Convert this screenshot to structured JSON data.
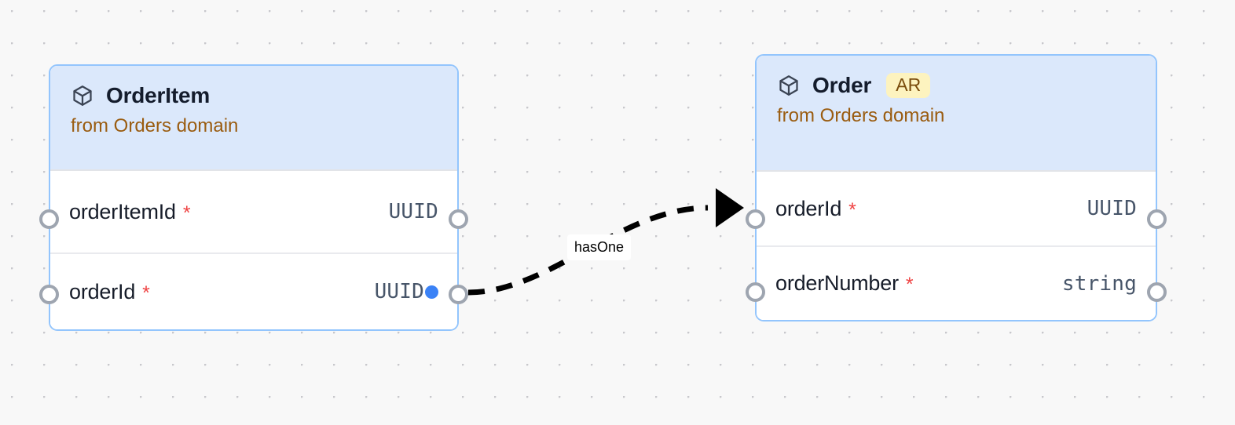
{
  "canvas": {
    "background_color": "#f8f8f8",
    "grid": "dot-grid"
  },
  "nodes": [
    {
      "id": "orderitem",
      "icon": "cube-icon",
      "title": "OrderItem",
      "badge": null,
      "subtitle": "from Orders domain",
      "border_color": "#93c5fd",
      "header_color": "#dbe8fb",
      "fields": [
        {
          "name": "orderItemId",
          "required_marker": "*",
          "type": "UUID",
          "foreign_key_dot": false
        },
        {
          "name": "orderId",
          "required_marker": "*",
          "type": "UUID",
          "foreign_key_dot": true
        }
      ]
    },
    {
      "id": "order",
      "icon": "cube-icon",
      "title": "Order",
      "badge": "AR",
      "subtitle": "from Orders domain",
      "border_color": "#93c5fd",
      "header_color": "#dbe8fb",
      "fields": [
        {
          "name": "orderId",
          "required_marker": "*",
          "type": "UUID",
          "foreign_key_dot": false
        },
        {
          "name": "orderNumber",
          "required_marker": "*",
          "type": "string",
          "foreign_key_dot": false
        }
      ]
    }
  ],
  "edges": [
    {
      "id": "orderitem-orderid-to-order-orderid",
      "label": "hasOne",
      "style": "dashed",
      "color": "#000000",
      "marker": "arrow-filled",
      "source": "orderitem.orderId",
      "target": "order.orderId"
    }
  ],
  "colors": {
    "accent_blue": "#3b82f6",
    "required_red": "#ef4444",
    "domain_brown": "#9a5c10",
    "badge_bg": "#fdf3bf",
    "badge_text": "#7a4c0c",
    "type_text": "#475569",
    "handle_stroke": "#9ea5b0"
  }
}
